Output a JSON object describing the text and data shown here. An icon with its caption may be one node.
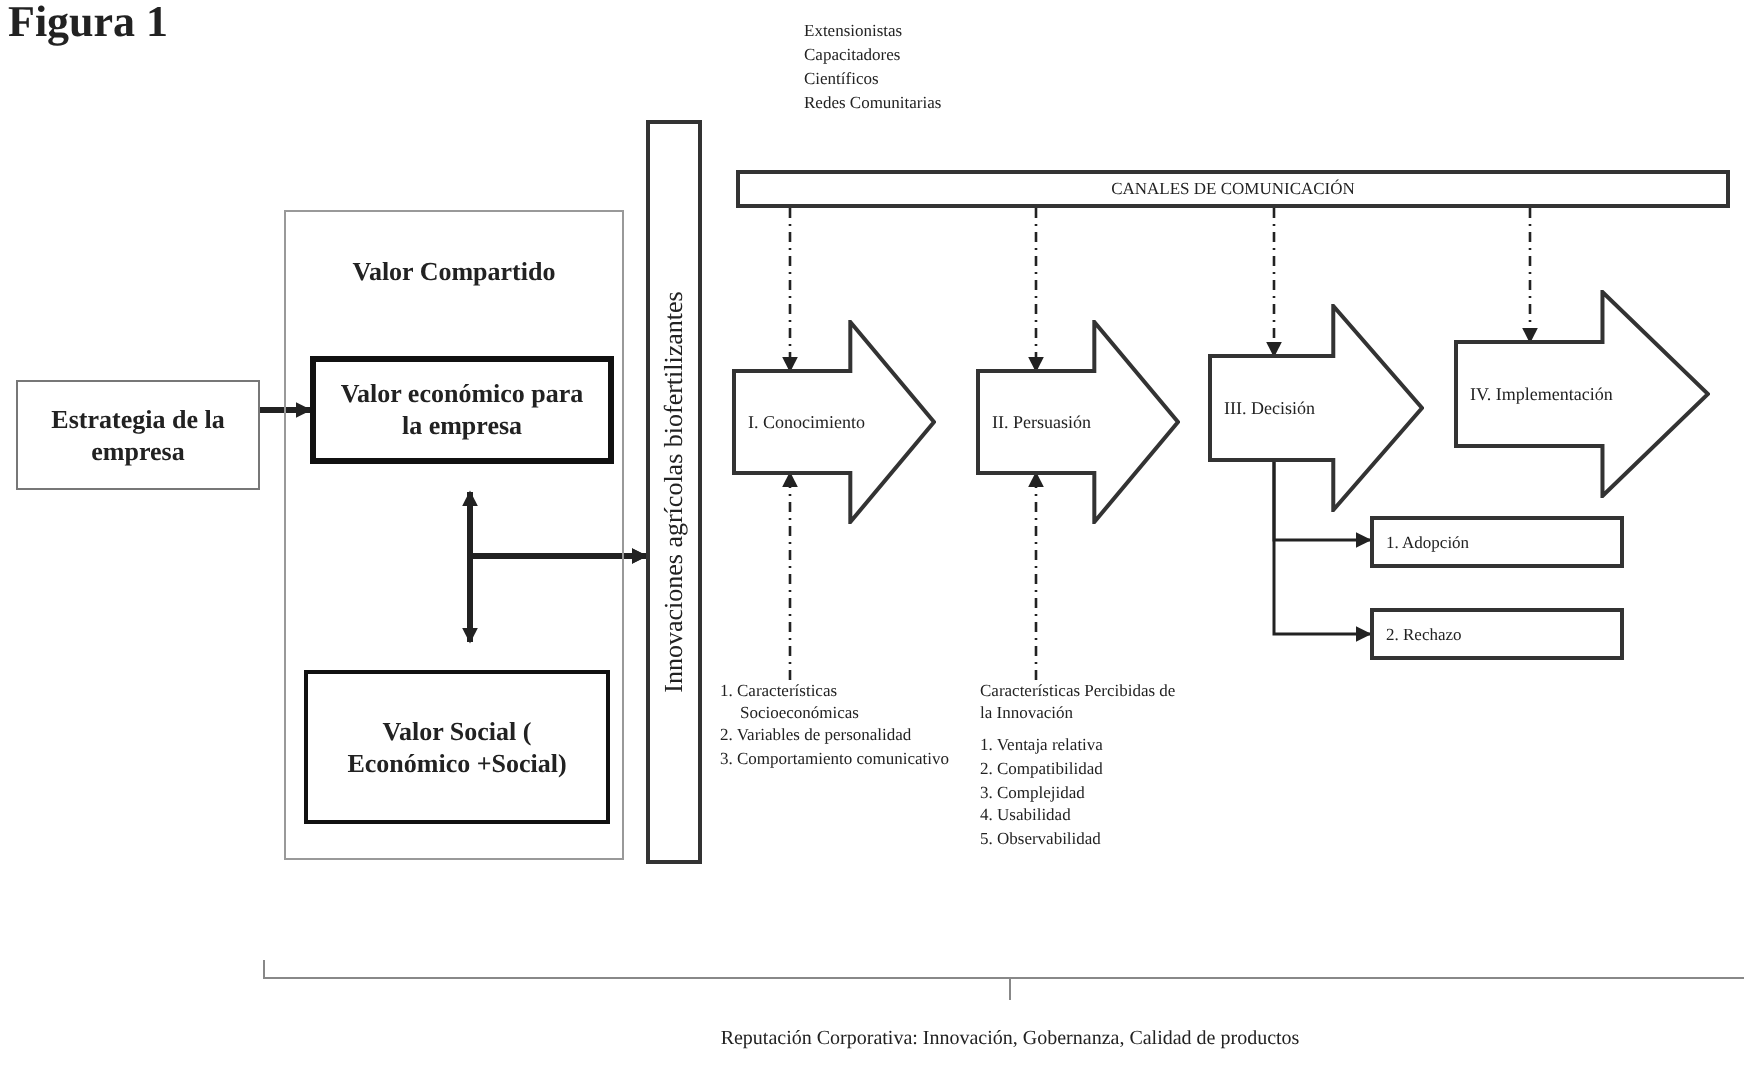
{
  "diagram": {
    "title": "Figura 1",
    "nodes": [
      {
        "text": [
          "Estrategia de la empresa"
        ]
      },
      {
        "text": [
          "Valor Compartido"
        ]
      },
      {
        "text": [
          "Valor económico para la empresa"
        ],
        "in": 1
      },
      {
        "text": [
          "Valor Social ( Económico +Social)"
        ],
        "in": 1
      },
      {
        "text": [
          "Innovaciones agrícolas biofertilizantes"
        ]
      },
      {
        "text": [
          "CANALES DE COMUNICACIÓN"
        ]
      },
      {
        "text": [
          "I. Conocimiento"
        ]
      },
      {
        "text": [
          "II. Persuasión"
        ]
      },
      {
        "text": [
          "III. Decisión"
        ]
      },
      {
        "text": [
          "IV. Implementación"
        ]
      },
      {
        "text": [
          "1. Adopción"
        ]
      },
      {
        "text": [
          "2. Rechazo"
        ]
      },
      {
        "text": [
          "1. Características Socioeconómicas",
          "2. Variables de personalidad",
          "3. Comportamiento comunicativo"
        ]
      },
      {
        "text": [
          "Características Percibidas de la Innovación",
          "1. Ventaja relativa",
          "2. Compatibilidad",
          "3. Complejidad",
          "4. Usabilidad",
          "5. Observabilidad"
        ]
      }
    ],
    "edges": [
      {
        "from": 0,
        "to": 2,
        "arrow": "to",
        "style": "thick"
      },
      {
        "from": 2,
        "to": 3,
        "arrow": "both",
        "style": "thick"
      },
      {
        "from": 2,
        "to": 4,
        "arrow": "to",
        "style": "thick"
      },
      {
        "from": 3,
        "to": 4,
        "arrow": "to",
        "style": "thick"
      },
      {
        "from": 5,
        "to": 6,
        "arrow": "to",
        "style": "dashed"
      },
      {
        "from": 5,
        "to": 7,
        "arrow": "to",
        "style": "dashed"
      },
      {
        "from": 5,
        "to": 8,
        "arrow": "to",
        "style": "dashed"
      },
      {
        "from": 5,
        "to": 9,
        "arrow": "to",
        "style": "dashed"
      },
      {
        "from": 12,
        "to": 6,
        "arrow": "to",
        "style": "dashed"
      },
      {
        "from": 13,
        "to": 7,
        "arrow": "to",
        "style": "dashed"
      },
      {
        "from": 8,
        "to": 10,
        "arrow": "to"
      },
      {
        "from": 8,
        "to": 11,
        "arrow": "to"
      }
    ],
    "labels": [
      "Extensionistas",
      "Capacitadores",
      "Científicos",
      "Redes Comunitarias",
      "Reputación Corporativa: Innovación, Gobernanza, Calidad de productos"
    ]
  }
}
